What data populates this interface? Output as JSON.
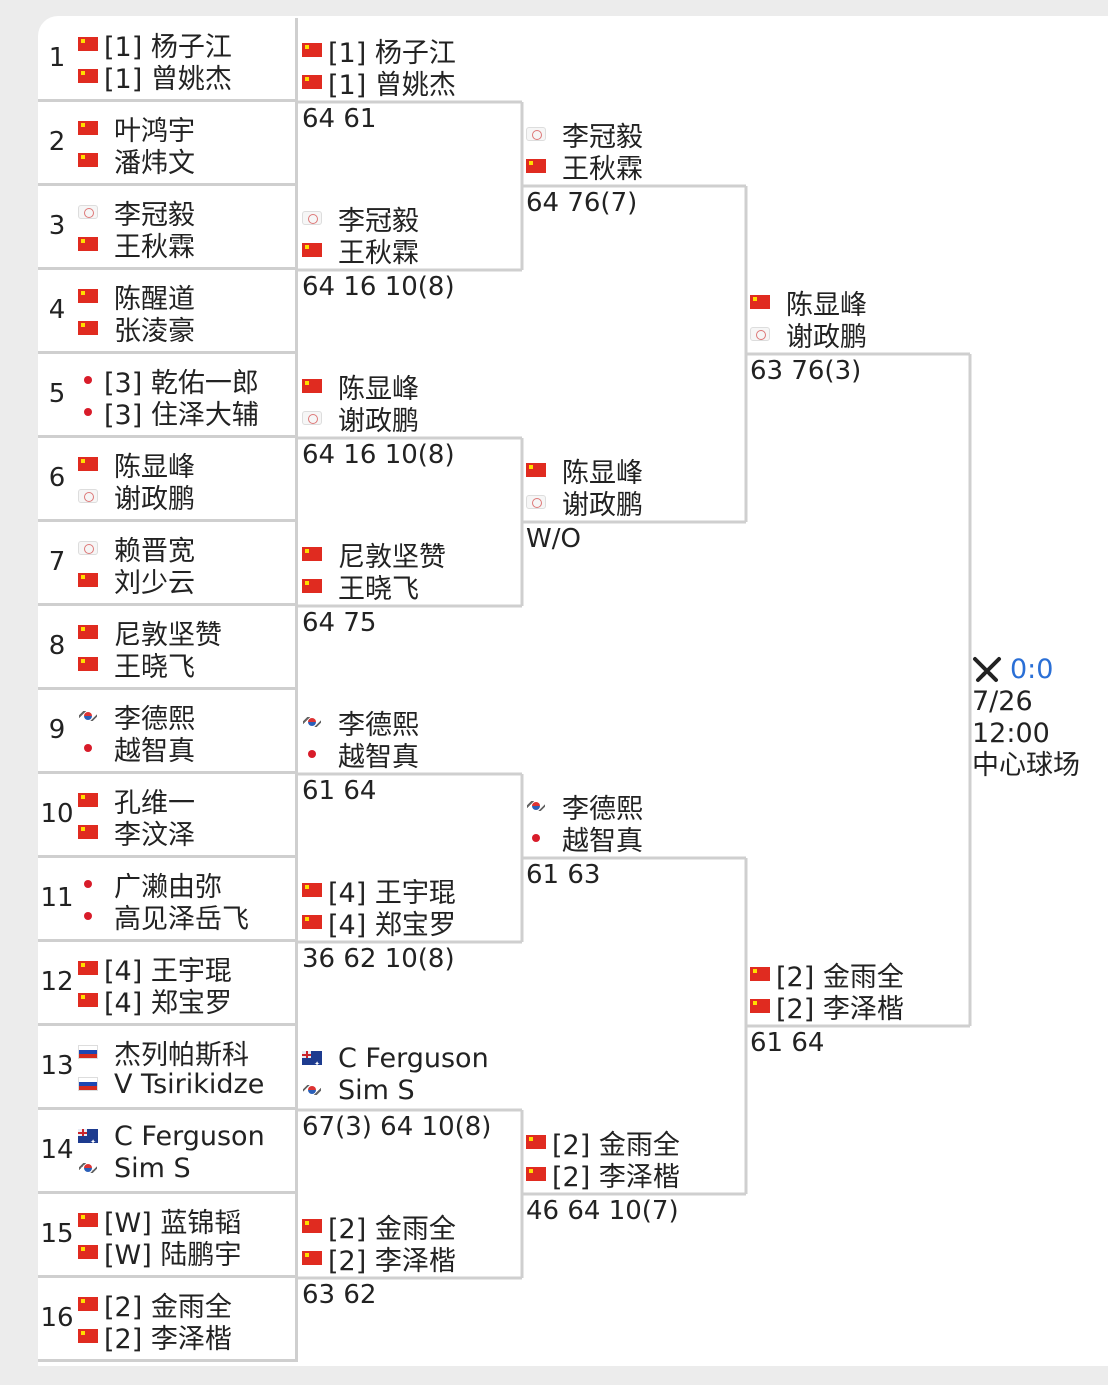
{
  "round1": [
    {
      "num": "1",
      "lines": [
        {
          "flag": "cn",
          "name": "[1] 杨子江"
        },
        {
          "flag": "cn",
          "name": "[1] 曾姚杰"
        }
      ]
    },
    {
      "num": "2",
      "lines": [
        {
          "flag": "cn",
          "name": "叶鸿宇"
        },
        {
          "flag": "cn",
          "name": "潘炜文"
        }
      ]
    },
    {
      "num": "3",
      "lines": [
        {
          "flag": "tpe",
          "name": "李冠毅"
        },
        {
          "flag": "cn",
          "name": "王秋霖"
        }
      ]
    },
    {
      "num": "4",
      "lines": [
        {
          "flag": "cn",
          "name": "陈醒道"
        },
        {
          "flag": "cn",
          "name": "张淩豪"
        }
      ]
    },
    {
      "num": "5",
      "lines": [
        {
          "flag": "jp",
          "name": "[3] 乾佑一郎"
        },
        {
          "flag": "jp",
          "name": "[3] 住泽大辅"
        }
      ]
    },
    {
      "num": "6",
      "lines": [
        {
          "flag": "cn",
          "name": "陈显峰"
        },
        {
          "flag": "tpe",
          "name": "谢政鹏"
        }
      ]
    },
    {
      "num": "7",
      "lines": [
        {
          "flag": "tpe",
          "name": "赖晋宽"
        },
        {
          "flag": "cn",
          "name": "刘少云"
        }
      ]
    },
    {
      "num": "8",
      "lines": [
        {
          "flag": "cn",
          "name": "尼敦坚赞"
        },
        {
          "flag": "cn",
          "name": "王晓飞"
        }
      ]
    },
    {
      "num": "9",
      "lines": [
        {
          "flag": "kr",
          "name": "李德熙"
        },
        {
          "flag": "jp",
          "name": "越智真"
        }
      ]
    },
    {
      "num": "10",
      "lines": [
        {
          "flag": "cn",
          "name": "孔维一"
        },
        {
          "flag": "cn",
          "name": "李汶泽"
        }
      ]
    },
    {
      "num": "11",
      "lines": [
        {
          "flag": "jp",
          "name": "广濑由弥"
        },
        {
          "flag": "jp",
          "name": "高见泽岳飞"
        }
      ]
    },
    {
      "num": "12",
      "lines": [
        {
          "flag": "cn",
          "name": "[4] 王宇琨"
        },
        {
          "flag": "cn",
          "name": "[4] 郑宝罗"
        }
      ]
    },
    {
      "num": "13",
      "lines": [
        {
          "flag": "ru",
          "name": "杰列帕斯科"
        },
        {
          "flag": "ru",
          "name": "V Tsirikidze"
        }
      ]
    },
    {
      "num": "14",
      "lines": [
        {
          "flag": "au",
          "name": "C Ferguson"
        },
        {
          "flag": "kr",
          "name": "Sim S"
        }
      ]
    },
    {
      "num": "15",
      "lines": [
        {
          "flag": "cn",
          "name": "[W] 蓝锦韬"
        },
        {
          "flag": "cn",
          "name": "[W] 陆鹏宇"
        }
      ]
    },
    {
      "num": "16",
      "lines": [
        {
          "flag": "cn",
          "name": "[2] 金雨全"
        },
        {
          "flag": "cn",
          "name": "[2] 李泽楷"
        }
      ]
    }
  ],
  "round2": [
    {
      "lines": [
        {
          "flag": "cn",
          "name": "[1] 杨子江"
        },
        {
          "flag": "cn",
          "name": "[1] 曾姚杰"
        }
      ],
      "score": "64 61"
    },
    {
      "lines": [
        {
          "flag": "tpe",
          "name": "李冠毅"
        },
        {
          "flag": "cn",
          "name": "王秋霖"
        }
      ],
      "score": "64 16 10(8)"
    },
    {
      "lines": [
        {
          "flag": "cn",
          "name": "陈显峰"
        },
        {
          "flag": "tpe",
          "name": "谢政鹏"
        }
      ],
      "score": "64 16 10(8)"
    },
    {
      "lines": [
        {
          "flag": "cn",
          "name": "尼敦坚赞"
        },
        {
          "flag": "cn",
          "name": "王晓飞"
        }
      ],
      "score": "64 75"
    },
    {
      "lines": [
        {
          "flag": "kr",
          "name": "李德熙"
        },
        {
          "flag": "jp",
          "name": "越智真"
        }
      ],
      "score": "61 64"
    },
    {
      "lines": [
        {
          "flag": "cn",
          "name": "[4] 王宇琨"
        },
        {
          "flag": "cn",
          "name": "[4] 郑宝罗"
        }
      ],
      "score": "36 62 10(8)"
    },
    {
      "lines": [
        {
          "flag": "au",
          "name": "C Ferguson"
        },
        {
          "flag": "kr",
          "name": "Sim S"
        }
      ],
      "score": "67(3) 64 10(8)"
    },
    {
      "lines": [
        {
          "flag": "cn",
          "name": "[2] 金雨全"
        },
        {
          "flag": "cn",
          "name": "[2] 李泽楷"
        }
      ],
      "score": "63 62"
    }
  ],
  "round3": [
    {
      "lines": [
        {
          "flag": "tpe",
          "name": "李冠毅"
        },
        {
          "flag": "cn",
          "name": "王秋霖"
        }
      ],
      "score": "64 76(7)"
    },
    {
      "lines": [
        {
          "flag": "cn",
          "name": "陈显峰"
        },
        {
          "flag": "tpe",
          "name": "谢政鹏"
        }
      ],
      "score": "W/O"
    },
    {
      "lines": [
        {
          "flag": "kr",
          "name": "李德熙"
        },
        {
          "flag": "jp",
          "name": "越智真"
        }
      ],
      "score": "61 63"
    },
    {
      "lines": [
        {
          "flag": "cn",
          "name": "[2] 金雨全"
        },
        {
          "flag": "cn",
          "name": "[2] 李泽楷"
        }
      ],
      "score": "46 64 10(7)"
    }
  ],
  "round4": [
    {
      "lines": [
        {
          "flag": "cn",
          "name": "陈显峰"
        },
        {
          "flag": "tpe",
          "name": "谢政鹏"
        }
      ],
      "score": "63 76(3)"
    },
    {
      "lines": [
        {
          "flag": "cn",
          "name": "[2] 金雨全"
        },
        {
          "flag": "cn",
          "name": "[2] 李泽楷"
        }
      ],
      "score": "61 64"
    }
  ],
  "final": {
    "icon": "crossed-swords-icon",
    "score": "0:0",
    "time": "7/26 12:00",
    "court": "中心球场"
  },
  "colors": {
    "line": "#cfcfcf",
    "score_blue": "#2a6fd6",
    "flag_cn": "#e02b20"
  }
}
